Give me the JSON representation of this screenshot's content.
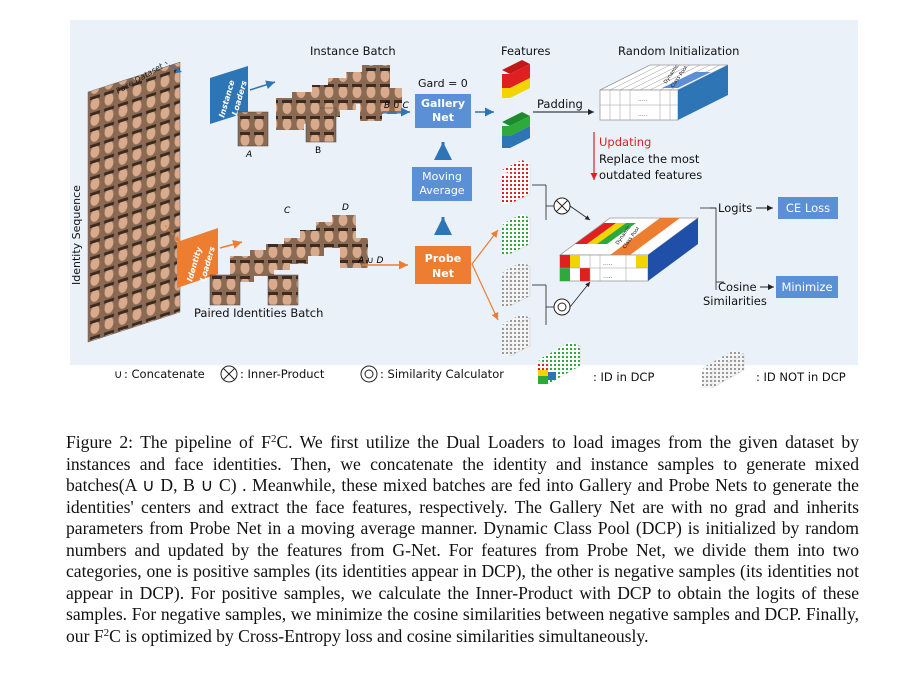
{
  "figure": {
    "labels": {
      "identity_sequence": "Identity Sequence",
      "face_dataset": "Face Dataset",
      "instance_loaders": "Instance Loaders",
      "identity_loaders": "Identity Loaders",
      "instance_batch": "Instance Batch",
      "paired_identities_batch": "Paired Identities Batch",
      "label_a": "A",
      "label_b": "B",
      "label_c": "C",
      "label_d": "D",
      "b_union_c": "B ∪ C",
      "a_union_d": "A ∪ D",
      "gard": "Gard = 0",
      "gallery_net_1": "Gallery",
      "gallery_net_2": "Net",
      "probe_net_1": "Probe",
      "probe_net_2": "Net",
      "moving_average_1": "Moving",
      "moving_average_2": "Average",
      "features": "Features",
      "padding": "Padding",
      "random_initialization": "Random Initialization",
      "updating": "Updating",
      "replace_1": "Replace the most",
      "replace_2": "outdated features",
      "dcp_line1": "Dynamic",
      "dcp_line2": "Class Pool",
      "dots": ".....",
      "logits": "Logits",
      "ce_loss": "CE Loss",
      "cosine_1": "Cosine",
      "cosine_2": "Similarities",
      "minimize": "Minimize",
      "legend_concat_symbol": "∪",
      "legend_concat": ": Concatenate",
      "legend_inner": ": Inner-Product",
      "legend_sim": ": Similarity Calculator",
      "legend_id_in": ": ID in DCP",
      "legend_id_not": ": ID NOT in DCP"
    },
    "colors": {
      "background": "#eaf1f9",
      "blue_box": "#5b8fd6",
      "orange_box": "#ed7d31",
      "blue_arrow": "#2e75b6",
      "red": "#e02020",
      "yellow": "#f2d400",
      "green": "#2eaa3c",
      "dark_blue": "#1f4fa8"
    }
  },
  "caption": {
    "lead": "Figure 2: The pipeline of F",
    "sup": "2",
    "body1": "C. We first utilize the Dual Loaders to load images from the given dataset by instances and face identities. Then, we concatenate the identity and instance samples to generate mixed batches(A ∪ D, B ∪ C) . Meanwhile, these mixed batches are fed into Gallery and Probe Nets to generate the identities' centers and extract the face features, respectively. The Gallery Net are with no grad and inherits parameters from Probe Net in a moving average manner. Dynamic Class Pool (DCP) is initialized by random numbers and updated by the features from G-Net. For features from Probe Net, we divide them into two categories, one is positive samples (its identities appear in DCP), the other is negative samples (its identities not appear in DCP). For positive samples, we calculate the Inner-Product with DCP to obtain the logits of these samples. For negative samples, we minimize the cosine similarities between negative samples and DCP. Finally, our F",
    "sup2": "2",
    "body2": "C is optimized by Cross-Entropy loss and cosine similarities simultaneously."
  }
}
